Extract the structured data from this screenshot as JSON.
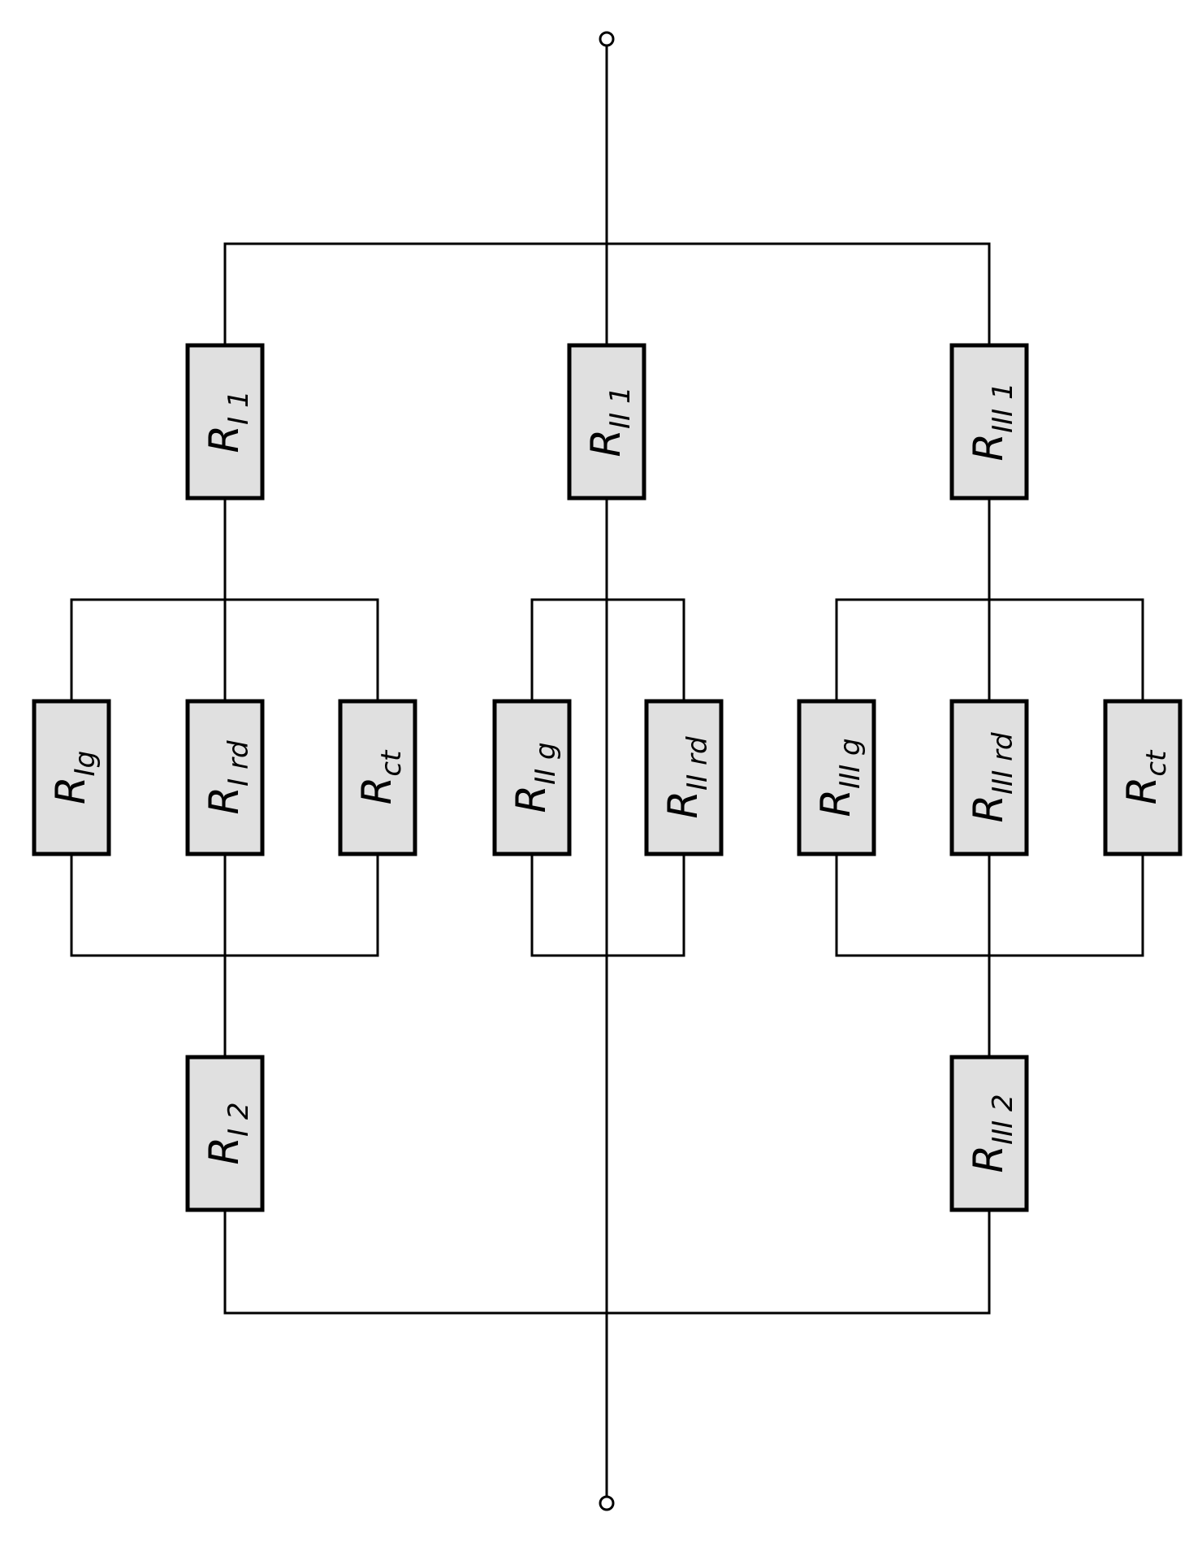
{
  "resistors": [
    {
      "id": "RI1",
      "base": "R",
      "sub": "I 1"
    },
    {
      "id": "RII1",
      "base": "R",
      "sub": "II 1"
    },
    {
      "id": "RIII1",
      "base": "R",
      "sub": "III 1"
    },
    {
      "id": "RIg",
      "base": "R",
      "sub": "Ig"
    },
    {
      "id": "RIrd",
      "base": "R",
      "sub": "I rd"
    },
    {
      "id": "Rct1",
      "base": "R",
      "sub": "ct"
    },
    {
      "id": "RIIg",
      "base": "R",
      "sub": "II g"
    },
    {
      "id": "RIIrd",
      "base": "R",
      "sub": "II rd"
    },
    {
      "id": "RIIIg",
      "base": "R",
      "sub": "III g"
    },
    {
      "id": "RIIIrd",
      "base": "R",
      "sub": "III rd"
    },
    {
      "id": "Rct2",
      "base": "R",
      "sub": "ct"
    },
    {
      "id": "RI2",
      "base": "R",
      "sub": "I 2"
    },
    {
      "id": "RIII2",
      "base": "R",
      "sub": "III 2"
    }
  ],
  "colors": {
    "wire": "#000000",
    "resistor_fill": "#e0e0e0"
  }
}
